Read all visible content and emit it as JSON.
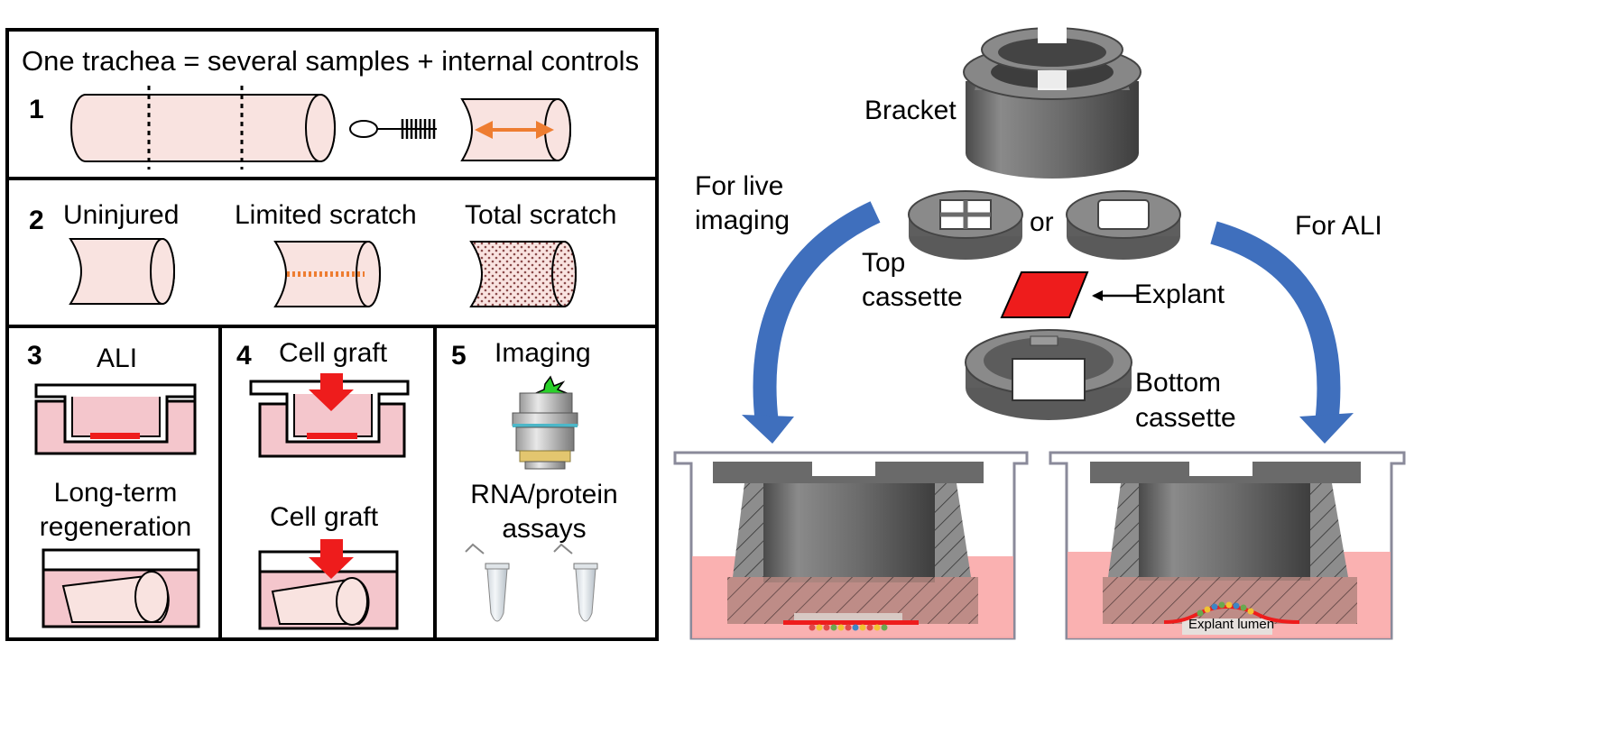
{
  "left_panel": {
    "title": "One trachea = several samples + internal controls",
    "step1": {
      "number": "1"
    },
    "step2": {
      "number": "2",
      "uninjured": "Uninjured",
      "limited": "Limited scratch",
      "total": "Total scratch"
    },
    "step3": {
      "number": "3",
      "ali": "ALI",
      "long_term": [
        "Long-term",
        "regeneration"
      ]
    },
    "step4": {
      "number": "4",
      "graft_top": "Cell graft",
      "graft_bottom": "Cell graft"
    },
    "step5": {
      "number": "5",
      "imaging": "Imaging",
      "assays": [
        "RNA/protein",
        "assays"
      ]
    }
  },
  "right_panel": {
    "bracket": "Bracket",
    "for_live": [
      "For live",
      "imaging"
    ],
    "for_ali": "For ALI",
    "or": "or",
    "top_cassette": [
      "Top",
      "cassette"
    ],
    "explant": "Explant",
    "bottom_cassette": [
      "Bottom",
      "cassette"
    ],
    "explant_lumen": "Explant lumen"
  },
  "colors": {
    "tissue_pink": "#f9e3e0",
    "medium_pink": "#f4c6cc",
    "explant_red": "#ee1c1c",
    "arrow_orange": "#ee7d31",
    "curve_arrow_blue": "#3f6fbd",
    "cassette_gray": "#6e6e6e"
  }
}
